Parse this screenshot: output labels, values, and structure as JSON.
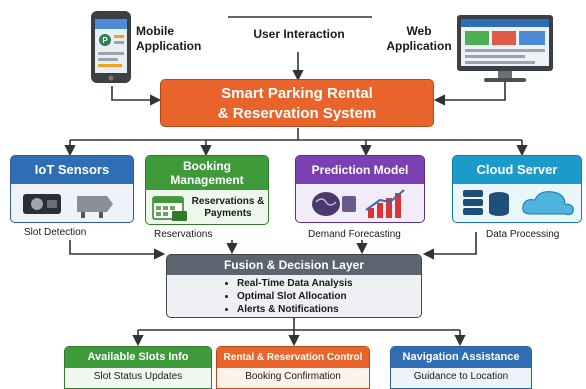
{
  "colors": {
    "system": "#e8642a",
    "iot": "#2f6db5",
    "booking": "#3f9a3a",
    "prediction": "#7a3fb0",
    "cloud": "#1b9bc9",
    "fusion": "#5c6470",
    "arrow": "#333333"
  },
  "top": {
    "mobile_label_1": "Mobile",
    "mobile_label_2": "Application",
    "user_interaction": "User Interaction",
    "web_label_1": "Web",
    "web_label_2": "Application"
  },
  "system": {
    "title_1": "Smart Parking Rental",
    "title_2": "& Reservation System"
  },
  "modules": {
    "iot": {
      "title": "IoT Sensors",
      "caption": "Slot Detection",
      "icon": "sensor-icon"
    },
    "booking": {
      "title_1": "Booking",
      "title_2": "Management",
      "line_1": "Reservations &",
      "line_2": "Payments",
      "caption": "Reservations",
      "icon": "calendar-icon"
    },
    "prediction": {
      "title": "Prediction Model",
      "caption": "Demand Forecasting",
      "icon": "brain-icon"
    },
    "cloud": {
      "title": "Cloud Server",
      "caption": "Data Processing",
      "icon": "cloud-icon"
    }
  },
  "fusion": {
    "title": "Fusion & Decision Layer",
    "items": [
      "Real-Time Data Analysis",
      "Optimal Slot Allocation",
      "Alerts & Notifications"
    ]
  },
  "outputs": [
    {
      "title": "Available Slots Info",
      "line": "Slot Status Updates",
      "color": "#3f9a3a"
    },
    {
      "title": "Rental & Reservation Control",
      "line": "Booking Confirmation",
      "color": "#e8642a"
    },
    {
      "title": "Navigation Assistance",
      "line": "Guidance to Location",
      "color": "#2f6db5"
    }
  ]
}
